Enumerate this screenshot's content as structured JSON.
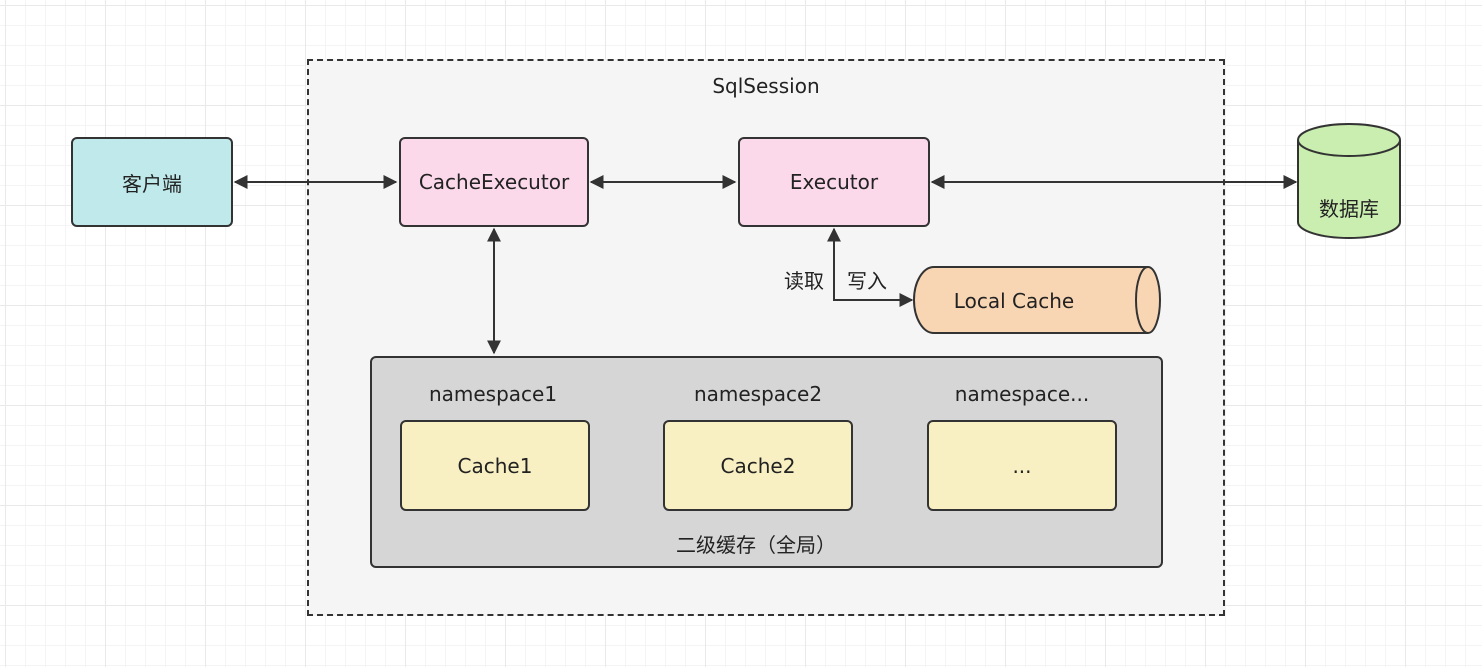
{
  "diagram": {
    "session_label": "SqlSession",
    "client_label": "客户端",
    "cache_executor_label": "CacheExecutor",
    "executor_label": "Executor",
    "database_label": "数据库",
    "local_cache_label": "Local Cache",
    "read_label": "读取",
    "write_label": "写入",
    "second_level_cache": {
      "label": "二级缓存（全局）",
      "namespaces": [
        {
          "name": "namespace1",
          "cache": "Cache1"
        },
        {
          "name": "namespace2",
          "cache": "Cache2"
        },
        {
          "name": "namespace...",
          "cache": "..."
        }
      ]
    },
    "colors": {
      "client": "#bfe9ea",
      "executor": "#fbd9ea",
      "database": "#c9eeb0",
      "local_cache": "#f8d6b3",
      "cache": "#f8efc2",
      "second_level_cache": "#d6d6d6",
      "session": "#f5f5f5"
    }
  }
}
